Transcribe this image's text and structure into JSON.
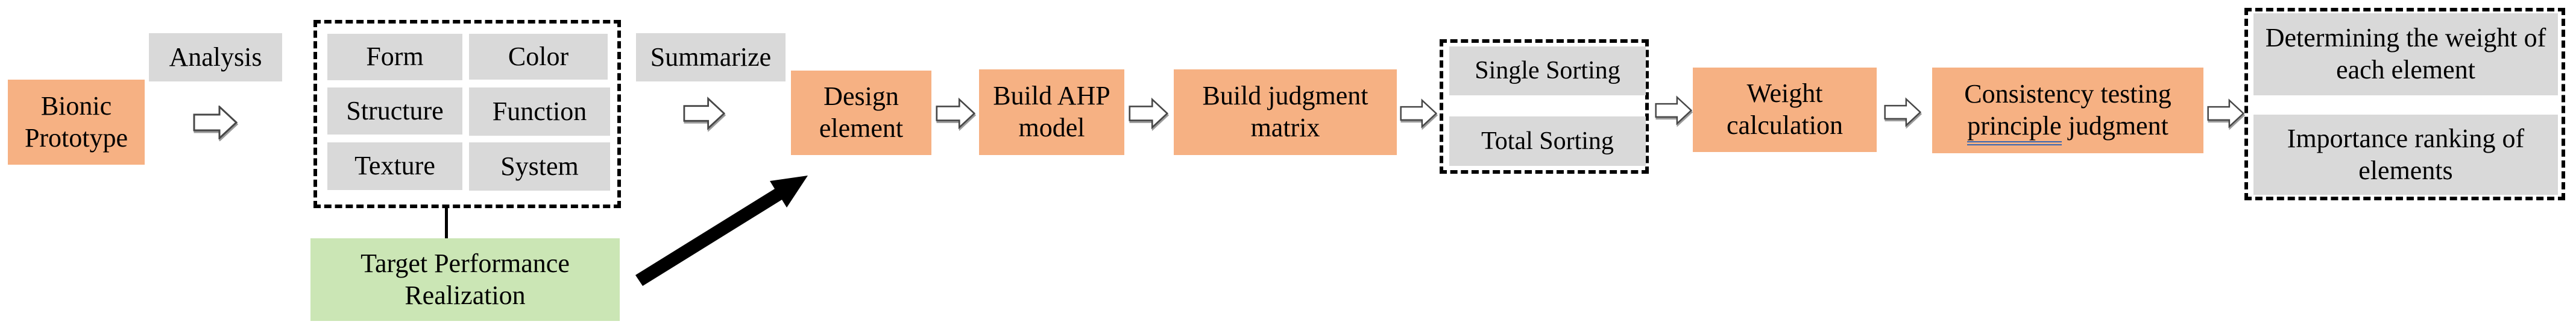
{
  "colors": {
    "process_fill": "#F6B183",
    "label_fill": "#D9D9D9",
    "target_fill": "#CBE6B5",
    "grammar_underline": "#3A66B0",
    "dash_border": "#000000"
  },
  "nodes": {
    "bionic_prototype": {
      "label": "Bionic Prototype"
    },
    "analysis": {
      "label": "Analysis"
    },
    "bionic_elements": {
      "items": [
        "Form",
        "Color",
        "Structure",
        "Function",
        "Texture",
        "System"
      ]
    },
    "target_performance": {
      "label": "Target Performance Realization"
    },
    "summarize": {
      "label": "Summarize"
    },
    "design_element": {
      "label": "Design element"
    },
    "build_ahp_model": {
      "label": "Build AHP model"
    },
    "build_judgment_matrix": {
      "label": "Build judgment matrix"
    },
    "sorting": {
      "items": [
        "Single Sorting",
        "Total Sorting"
      ]
    },
    "weight_calculation": {
      "label": "Weight calculation"
    },
    "consistency_testing": {
      "line1": "Consistency testing",
      "underlined_word": "principle",
      "line2_rest": " judgment"
    },
    "results": {
      "items": [
        "Determining the weight of each element",
        "Importance ranking of elements"
      ]
    }
  },
  "icons": {
    "flow_arrow": "hollow-right-arrow-icon",
    "emphasis_arrow": "solid-diagonal-arrow-icon",
    "connector": "vertical-line-connector"
  }
}
